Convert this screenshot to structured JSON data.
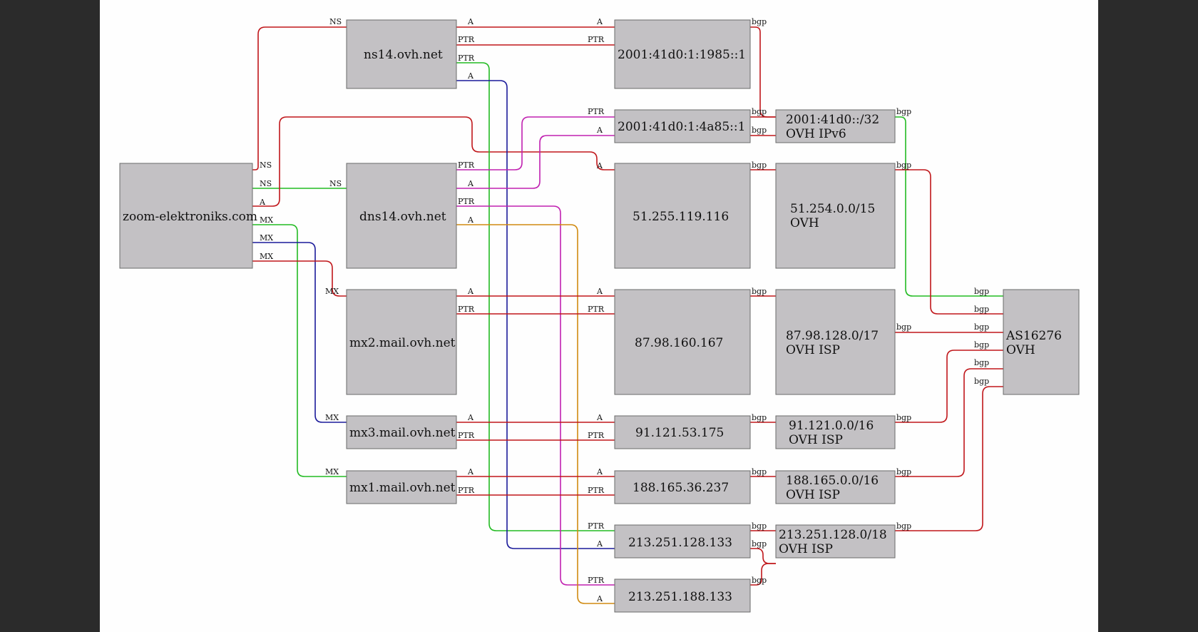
{
  "colors": {
    "red": "#c0161a",
    "green": "#22bb22",
    "blue": "#1a1a9a",
    "magenta": "#c020b0",
    "orange": "#d08a10",
    "node_fill": "#c3c1c4",
    "background": "#fefefe"
  },
  "nodes": [
    {
      "id": "zoom",
      "lines": [
        "zoom-elektroniks.com"
      ]
    },
    {
      "id": "ns14",
      "lines": [
        "ns14.ovh.net"
      ]
    },
    {
      "id": "dns14",
      "lines": [
        "dns14.ovh.net"
      ]
    },
    {
      "id": "mx2",
      "lines": [
        "mx2.mail.ovh.net"
      ]
    },
    {
      "id": "mx3",
      "lines": [
        "mx3.mail.ovh.net"
      ]
    },
    {
      "id": "mx1",
      "lines": [
        "mx1.mail.ovh.net"
      ]
    },
    {
      "id": "ip6a",
      "lines": [
        "2001:41d0:1:1985::1"
      ]
    },
    {
      "id": "ip6b",
      "lines": [
        "2001:41d0:1:4a85::1"
      ]
    },
    {
      "id": "ip51",
      "lines": [
        "51.255.119.116"
      ]
    },
    {
      "id": "ip87",
      "lines": [
        "87.98.160.167"
      ]
    },
    {
      "id": "ip91",
      "lines": [
        "91.121.53.175"
      ]
    },
    {
      "id": "ip188",
      "lines": [
        "188.165.36.237"
      ]
    },
    {
      "id": "ip213a",
      "lines": [
        "213.251.128.133"
      ]
    },
    {
      "id": "ip213b",
      "lines": [
        "213.251.188.133"
      ]
    },
    {
      "id": "pfx6",
      "lines": [
        "2001:41d0::/32",
        "OVH IPv6"
      ]
    },
    {
      "id": "pfx51",
      "lines": [
        "51.254.0.0/15",
        "OVH"
      ]
    },
    {
      "id": "pfx87",
      "lines": [
        "87.98.128.0/17",
        "OVH ISP"
      ]
    },
    {
      "id": "pfx91",
      "lines": [
        "91.121.0.0/16",
        "OVH ISP"
      ]
    },
    {
      "id": "pfx188",
      "lines": [
        "188.165.0.0/16",
        "OVH ISP"
      ]
    },
    {
      "id": "pfx213",
      "lines": [
        "213.251.128.0/18",
        "OVH ISP"
      ]
    },
    {
      "id": "as",
      "lines": [
        "AS16276",
        "OVH"
      ]
    }
  ],
  "edges": [
    {
      "from": "zoom",
      "to": "ns14",
      "label_out": "NS",
      "label_in": "NS",
      "color": "red"
    },
    {
      "from": "zoom",
      "to": "dns14",
      "label_out": "NS",
      "label_in": "NS",
      "color": "green"
    },
    {
      "from": "zoom",
      "to": "ip51",
      "label_out": "A",
      "label_in": "A",
      "color": "red"
    },
    {
      "from": "zoom",
      "to": "mx1",
      "label_out": "MX",
      "label_in": "MX",
      "color": "green"
    },
    {
      "from": "zoom",
      "to": "mx3",
      "label_out": "MX",
      "label_in": "MX",
      "color": "blue"
    },
    {
      "from": "zoom",
      "to": "mx2",
      "label_out": "MX",
      "label_in": "MX",
      "color": "red"
    },
    {
      "from": "ns14",
      "to": "ip6a",
      "label_out": "A",
      "label_in": "A",
      "color": "red"
    },
    {
      "from": "ns14",
      "to": "ip6a",
      "label_out": "PTR",
      "label_in": "PTR",
      "color": "red"
    },
    {
      "from": "ns14",
      "to": "ip213a",
      "label_out": "PTR",
      "label_in": "PTR",
      "color": "green"
    },
    {
      "from": "ns14",
      "to": "ip213a",
      "label_out": "A",
      "label_in": "A",
      "color": "blue"
    },
    {
      "from": "dns14",
      "to": "ip6b",
      "label_out": "PTR",
      "label_in": "PTR",
      "color": "magenta"
    },
    {
      "from": "dns14",
      "to": "ip6b",
      "label_out": "A",
      "label_in": "A",
      "color": "magenta"
    },
    {
      "from": "dns14",
      "to": "ip213b",
      "label_out": "PTR",
      "label_in": "PTR",
      "color": "magenta"
    },
    {
      "from": "dns14",
      "to": "ip213b",
      "label_out": "A",
      "label_in": "A",
      "color": "orange"
    },
    {
      "from": "mx2",
      "to": "ip87",
      "label_out": "A",
      "label_in": "A",
      "color": "red"
    },
    {
      "from": "mx2",
      "to": "ip87",
      "label_out": "PTR",
      "label_in": "PTR",
      "color": "red"
    },
    {
      "from": "mx3",
      "to": "ip91",
      "label_out": "A",
      "label_in": "A",
      "color": "red"
    },
    {
      "from": "mx3",
      "to": "ip91",
      "label_out": "PTR",
      "label_in": "PTR",
      "color": "red"
    },
    {
      "from": "mx1",
      "to": "ip188",
      "label_out": "A",
      "label_in": "A",
      "color": "red"
    },
    {
      "from": "mx1",
      "to": "ip188",
      "label_out": "PTR",
      "label_in": "PTR",
      "color": "red"
    },
    {
      "from": "ip6a",
      "to": "pfx6",
      "label_out": "bgp",
      "label_in": "",
      "color": "red"
    },
    {
      "from": "ip6b",
      "to": "pfx6",
      "label_out": "bgp",
      "label_in": "",
      "color": "red"
    },
    {
      "from": "ip6b",
      "to": "pfx6",
      "label_out": "bgp",
      "label_in": "",
      "color": "red"
    },
    {
      "from": "ip51",
      "to": "pfx51",
      "label_out": "bgp",
      "label_in": "",
      "color": "red"
    },
    {
      "from": "ip87",
      "to": "pfx87",
      "label_out": "bgp",
      "label_in": "",
      "color": "red"
    },
    {
      "from": "ip91",
      "to": "pfx91",
      "label_out": "bgp",
      "label_in": "",
      "color": "red"
    },
    {
      "from": "ip188",
      "to": "pfx188",
      "label_out": "bgp",
      "label_in": "",
      "color": "red"
    },
    {
      "from": "ip213a",
      "to": "pfx213",
      "label_out": "bgp",
      "label_in": "",
      "color": "red"
    },
    {
      "from": "ip213a",
      "to": "pfx213",
      "label_out": "bgp",
      "label_in": "",
      "color": "red"
    },
    {
      "from": "ip213b",
      "to": "pfx213",
      "label_out": "bgp",
      "label_in": "",
      "color": "red"
    },
    {
      "from": "pfx6",
      "to": "as",
      "label_out": "bgp",
      "label_in": "bgp",
      "color": "green"
    },
    {
      "from": "pfx51",
      "to": "as",
      "label_out": "bgp",
      "label_in": "bgp",
      "color": "red"
    },
    {
      "from": "pfx87",
      "to": "as",
      "label_out": "bgp",
      "label_in": "bgp",
      "color": "red"
    },
    {
      "from": "pfx91",
      "to": "as",
      "label_out": "bgp",
      "label_in": "bgp",
      "color": "red"
    },
    {
      "from": "pfx188",
      "to": "as",
      "label_out": "bgp",
      "label_in": "bgp",
      "color": "red"
    },
    {
      "from": "pfx213",
      "to": "as",
      "label_out": "bgp",
      "label_in": "bgp",
      "color": "red"
    }
  ]
}
